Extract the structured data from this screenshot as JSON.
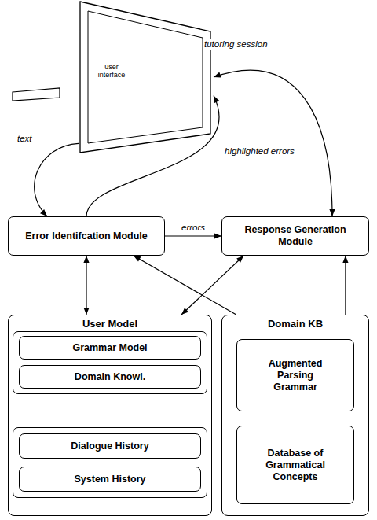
{
  "diagram": {
    "nodes": [
      {
        "text": [
          "user interface"
        ]
      },
      {
        "text": [
          "Error Identifcation Module"
        ]
      },
      {
        "text": [
          "Response Generation Module"
        ]
      },
      {
        "text": [
          "User Model"
        ]
      },
      {
        "text": [
          "Grammar Model"
        ],
        "in": 3
      },
      {
        "text": [
          "Domain Knowl."
        ],
        "in": 3
      },
      {
        "text": [
          "Dialogue History"
        ],
        "in": 3
      },
      {
        "text": [
          "System History"
        ],
        "in": 3
      },
      {
        "text": [
          "Domain KB"
        ]
      },
      {
        "text": [
          "Augmented Parsing Grammar"
        ],
        "in": 8
      },
      {
        "text": [
          "Database of Grammatical Concepts"
        ],
        "in": 8
      }
    ],
    "edges": [
      {
        "from": 0,
        "to": 1,
        "label": "text",
        "arrow": "to"
      },
      {
        "from": 1,
        "to": 0,
        "label": "highlighted errors",
        "arrow": "to"
      },
      {
        "from": 2,
        "to": 0,
        "label": "tutoring session",
        "arrow": "both"
      },
      {
        "from": 1,
        "to": 2,
        "label": "errors",
        "arrow": "to"
      },
      {
        "from": 1,
        "to": 3,
        "arrow": "both"
      },
      {
        "from": 2,
        "to": 3,
        "arrow": "both"
      },
      {
        "from": 8,
        "to": 1,
        "arrow": "to"
      },
      {
        "from": 8,
        "to": 2,
        "arrow": "to"
      }
    ]
  }
}
